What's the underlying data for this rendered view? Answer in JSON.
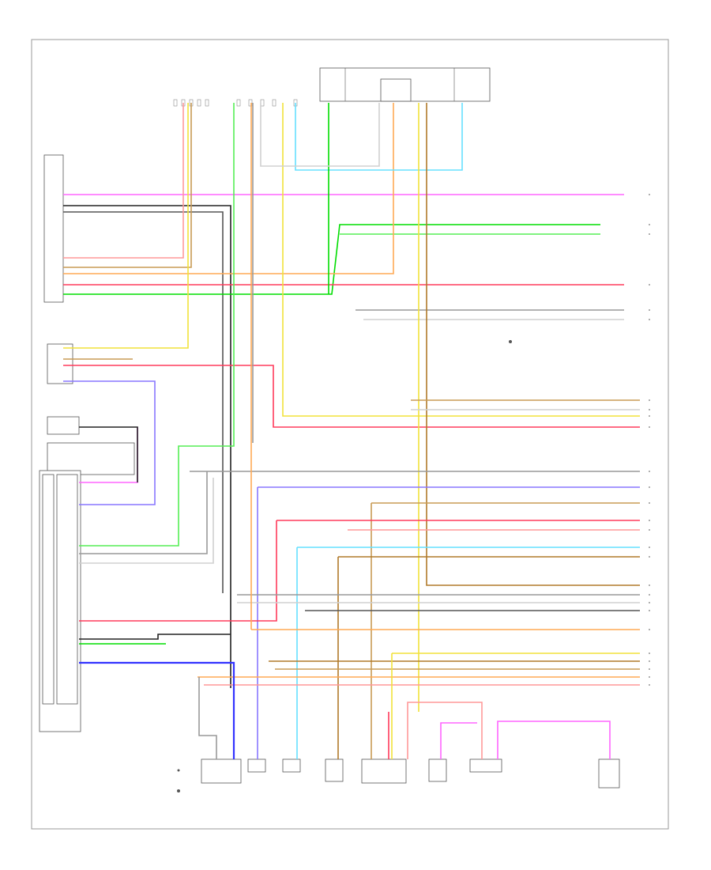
{
  "diagram": {
    "frame_label": "",
    "page_code": "",
    "components": [
      {
        "id": "combination-meter",
        "label": "",
        "pins": [
          "",
          "",
          "",
          "",
          "",
          "",
          "",
          "",
          "",
          "",
          "",
          "",
          "",
          "",
          "",
          "",
          ""
        ]
      },
      {
        "id": "occupant-classification-ecu",
        "label": "",
        "pins": [
          "",
          "",
          "",
          "",
          "",
          ""
        ]
      },
      {
        "id": "seat-position-sensor",
        "label": "",
        "pins": [
          "",
          ""
        ]
      },
      {
        "id": "steering-angle-sensor",
        "label": ""
      },
      {
        "id": "airbag-sensor-assembly",
        "label": "",
        "pins": [
          "",
          "",
          "",
          "",
          "",
          "",
          "",
          "",
          "",
          "",
          "",
          "",
          "",
          "",
          "",
          "",
          "",
          "",
          "",
          "",
          "",
          ""
        ]
      },
      {
        "id": "spiral-cable",
        "label": ""
      },
      {
        "id": "top-left-connector",
        "label": "",
        "pins": [
          "",
          "",
          "",
          "",
          "",
          "",
          "",
          "",
          "",
          ""
        ]
      },
      {
        "id": "top-right-connector",
        "label": "",
        "pins": [
          "",
          "",
          "",
          "",
          "",
          "",
          ""
        ]
      },
      {
        "id": "bottom-drivers-sensor",
        "label": "",
        "pins": [
          "",
          ""
        ]
      },
      {
        "id": "bottom-rh-front-sensor",
        "label": "",
        "pins": [
          "",
          ""
        ]
      },
      {
        "id": "bottom-lh-front-sensor",
        "label": "",
        "pins": [
          "",
          ""
        ]
      },
      {
        "id": "bottom-rh-side-sensor",
        "label": "",
        "pins": [
          "",
          ""
        ]
      },
      {
        "id": "bottom-junction",
        "label": "",
        "pins": [
          "",
          "",
          ""
        ]
      },
      {
        "id": "bottom-seat-belt-pretensioner",
        "label": "",
        "pins": [
          "",
          ""
        ]
      },
      {
        "id": "bottom-curtain-sensor",
        "label": "",
        "pins": [
          "",
          ""
        ]
      },
      {
        "id": "bottom-right-module",
        "label": "",
        "pins": [
          "",
          ""
        ]
      },
      {
        "id": "left-indicator",
        "label": ""
      }
    ],
    "right_labels": [
      {
        "id": "top-pair",
        "texts": [
          "",
          ""
        ]
      },
      {
        "id": "mid-upper-right",
        "texts": [
          "",
          "",
          "",
          "",
          ""
        ]
      },
      {
        "id": "mid-right-legend",
        "texts": [
          "",
          "",
          ""
        ]
      },
      {
        "id": "center-note-a",
        "texts": [
          "",
          "",
          "",
          ""
        ]
      },
      {
        "id": "center-note-b",
        "texts": [
          "",
          "",
          "",
          ""
        ]
      },
      {
        "id": "center-note-c",
        "texts": [
          "",
          "",
          ""
        ]
      }
    ],
    "wire_colors": {
      "pink": "#ff66ff",
      "black": "#222222",
      "gray": "#999999",
      "green": "#00dd00",
      "light_green": "#55ee55",
      "red": "#ff3b5c",
      "salmon": "#ff9999",
      "orange": "#ffaa55",
      "tan": "#c89b55",
      "brown": "#b07a2a",
      "yellow": "#f2e23a",
      "light_blue": "#66e0ff",
      "blue": "#3333ff",
      "violet": "#8877ff",
      "white": "#d0d0d0",
      "dark_gray": "#555555"
    }
  }
}
